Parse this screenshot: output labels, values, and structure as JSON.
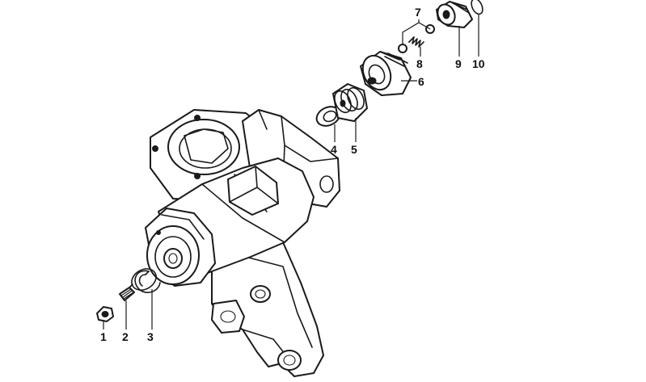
{
  "diagram": {
    "background": "#ffffff",
    "ink": "#1a1a1a",
    "callouts": [
      {
        "id": "c1",
        "label": "1"
      },
      {
        "id": "c2",
        "label": "2"
      },
      {
        "id": "c3",
        "label": "3"
      },
      {
        "id": "c4",
        "label": "4"
      },
      {
        "id": "c5",
        "label": "5"
      },
      {
        "id": "c6",
        "label": "6"
      },
      {
        "id": "c7",
        "label": "7"
      },
      {
        "id": "c8",
        "label": "8"
      },
      {
        "id": "c9",
        "label": "9"
      },
      {
        "id": "c10",
        "label": "10"
      }
    ]
  }
}
